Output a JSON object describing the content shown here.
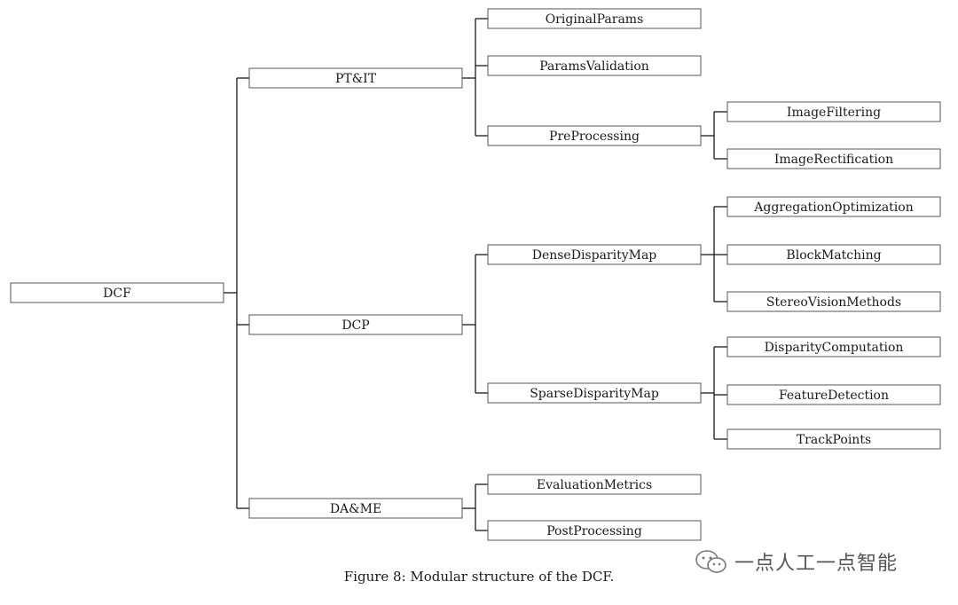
{
  "diagram": {
    "root": "DCF",
    "nodes": {
      "dcf": "DCF",
      "pt_it": "PT&IT",
      "dcp": "DCP",
      "da_me": "DA&ME",
      "original_params": "OriginalParams",
      "params_validation": "ParamsValidation",
      "pre_processing": "PreProcessing",
      "image_filtering": "ImageFiltering",
      "image_rectification": "ImageRectification",
      "dense_disparity_map": "DenseDisparityMap",
      "aggregation_optimization": "AggregationOptimization",
      "block_matching": "BlockMatching",
      "stereo_vision_methods": "StereoVisionMethods",
      "sparse_disparity_map": "SparseDisparityMap",
      "disparity_computation": "DisparityComputation",
      "feature_detection": "FeatureDetection",
      "track_points": "TrackPoints",
      "evaluation_metrics": "EvaluationMetrics",
      "post_processing": "PostProcessing"
    },
    "edges": [
      [
        "dcf",
        "pt_it"
      ],
      [
        "dcf",
        "dcp"
      ],
      [
        "dcf",
        "da_me"
      ],
      [
        "pt_it",
        "original_params"
      ],
      [
        "pt_it",
        "params_validation"
      ],
      [
        "pt_it",
        "pre_processing"
      ],
      [
        "pre_processing",
        "image_filtering"
      ],
      [
        "pre_processing",
        "image_rectification"
      ],
      [
        "dcp",
        "dense_disparity_map"
      ],
      [
        "dcp",
        "sparse_disparity_map"
      ],
      [
        "dense_disparity_map",
        "aggregation_optimization"
      ],
      [
        "dense_disparity_map",
        "block_matching"
      ],
      [
        "dense_disparity_map",
        "stereo_vision_methods"
      ],
      [
        "sparse_disparity_map",
        "disparity_computation"
      ],
      [
        "sparse_disparity_map",
        "feature_detection"
      ],
      [
        "sparse_disparity_map",
        "track_points"
      ],
      [
        "da_me",
        "evaluation_metrics"
      ],
      [
        "da_me",
        "post_processing"
      ]
    ]
  },
  "caption": "Figure 8: Modular structure of the DCF.",
  "watermark": {
    "text": "一点人工一点智能",
    "icon": "wechat-icon"
  }
}
